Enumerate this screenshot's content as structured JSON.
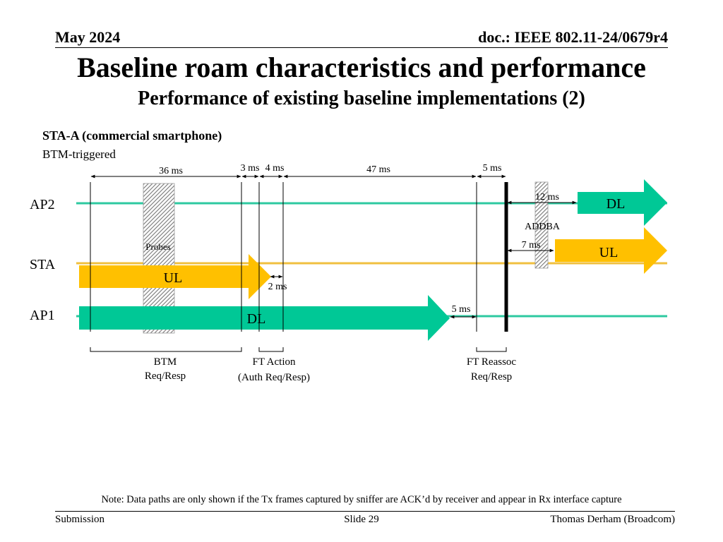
{
  "header": {
    "date": "May 2024",
    "doc": "doc.: IEEE 802.11-24/0679r4"
  },
  "title": "Baseline roam characteristics and performance",
  "subtitle": "Performance of existing baseline implementations (2)",
  "section": {
    "device": "STA-A (commercial smartphone)",
    "trigger": "BTM-triggered"
  },
  "diagram": {
    "rows": {
      "ap2": "AP2",
      "sta": "STA",
      "ap1": "AP1"
    },
    "arrows": {
      "ap2_dl": "DL",
      "sta_ul_new": "UL",
      "sta_ul_old": "UL",
      "ap1_dl": "DL"
    },
    "probes": "Probes",
    "addba": "ADDBA",
    "intervals": {
      "i36": "36 ms",
      "i3": "3 ms",
      "i4": "4 ms",
      "i47": "47 ms",
      "i5top": "5 ms",
      "i12": "12 ms",
      "i7": "7 ms",
      "i2": "2 ms",
      "i5ap1": "5 ms"
    },
    "brackets": {
      "btm_line1": "BTM",
      "btm_line2": "Req/Resp",
      "ft_action_line1": "FT Action",
      "ft_action_line2": "(Auth Req/Resp)",
      "ft_reassoc_line1": "FT Reassoc",
      "ft_reassoc_line2": "Req/Resp"
    },
    "colors": {
      "ap_line": "#2ec9a0",
      "sta_line": "#f0c040",
      "dl_arrow": "#00c896",
      "ul_arrow": "#ffc000"
    }
  },
  "note": "Note: Data paths are only shown if the Tx frames captured by sniffer are ACK’d by receiver and appear in Rx interface capture",
  "footer": {
    "left": "Submission",
    "center": "Slide 29",
    "right": "Thomas Derham (Broadcom)"
  }
}
